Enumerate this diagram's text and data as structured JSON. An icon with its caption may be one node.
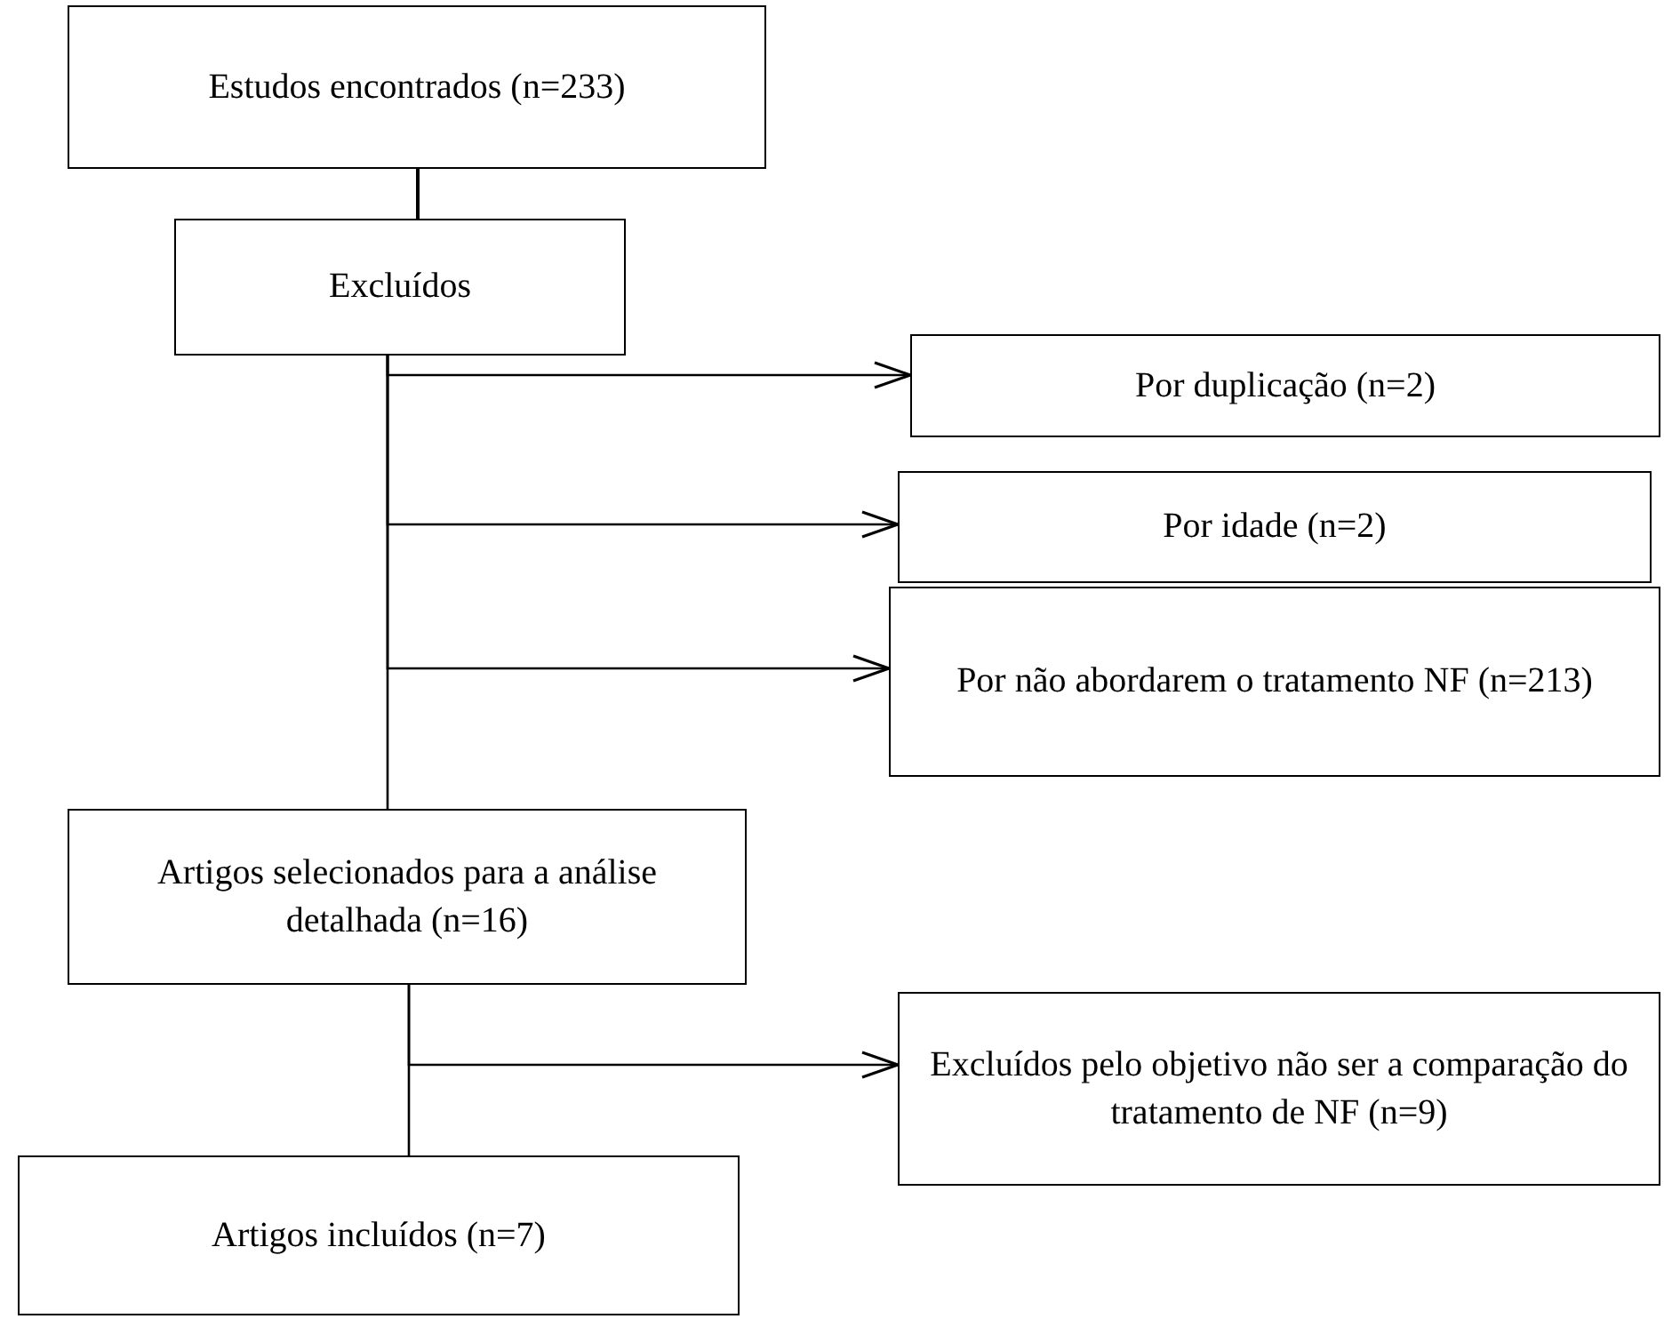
{
  "diagram": {
    "nodes": [
      {
        "text": [
          "Estudos encontrados (n=233)"
        ]
      },
      {
        "text": [
          "Excluídos"
        ]
      },
      {
        "text": [
          "Por duplicação (n=2)"
        ]
      },
      {
        "text": [
          "Por idade (n=2)"
        ]
      },
      {
        "text": [
          "Por não abordarem o tratamento NF (n=213)"
        ]
      },
      {
        "text": [
          "Artigos selecionados para a análise detalhada (n=16)"
        ]
      },
      {
        "text": [
          "Excluídos pelo objetivo não ser a comparação do tratamento de NF (n=9)"
        ]
      },
      {
        "text": [
          "Artigos incluídos (n=7)"
        ]
      }
    ],
    "edges": [
      {
        "from": 0,
        "to": 1,
        "arrow": "none"
      },
      {
        "from": 1,
        "to": 2,
        "arrow": "to"
      },
      {
        "from": 1,
        "to": 3,
        "arrow": "to"
      },
      {
        "from": 1,
        "to": 4,
        "arrow": "to"
      },
      {
        "from": 1,
        "to": 5,
        "arrow": "none"
      },
      {
        "from": 5,
        "to": 6,
        "arrow": "to"
      },
      {
        "from": 5,
        "to": 7,
        "arrow": "none"
      }
    ]
  }
}
